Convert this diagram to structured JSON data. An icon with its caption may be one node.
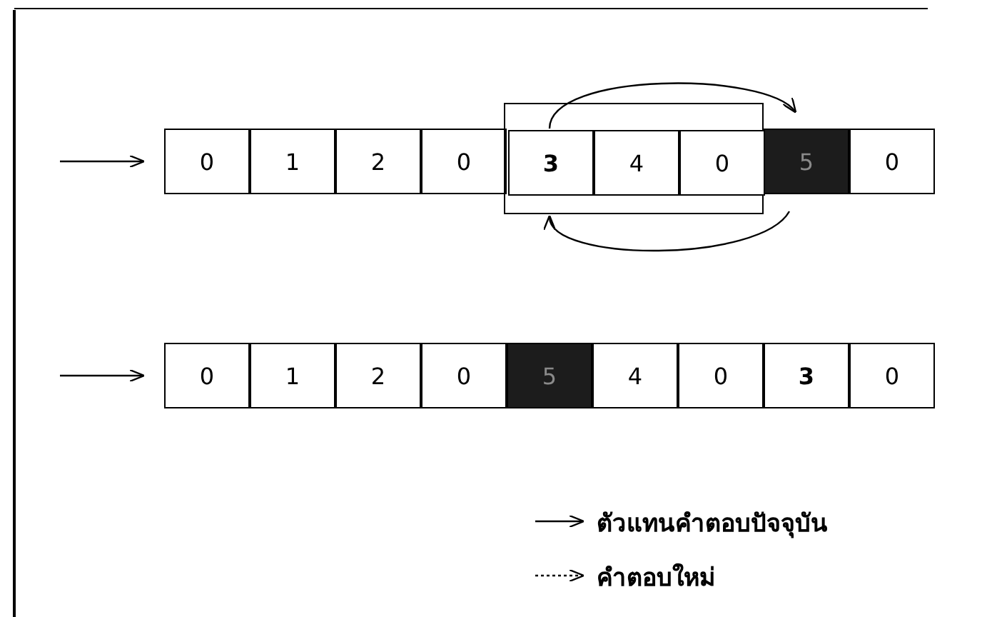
{
  "diagram": {
    "nodes": [
      {
        "text": [
          "0"
        ]
      },
      {
        "text": [
          "1"
        ]
      },
      {
        "text": [
          "2"
        ]
      },
      {
        "text": [
          "0"
        ]
      },
      {
        "text": [],
        "shape": "box"
      },
      {
        "text": [
          "3"
        ],
        "in": 4
      },
      {
        "text": [
          "4"
        ],
        "in": 4
      },
      {
        "text": [
          "0"
        ],
        "in": 4
      },
      {
        "text": [
          "5"
        ]
      },
      {
        "text": [
          "0"
        ]
      },
      {
        "text": [
          "0"
        ]
      },
      {
        "text": [
          "1"
        ]
      },
      {
        "text": [
          "2"
        ]
      },
      {
        "text": [
          "0"
        ]
      },
      {
        "text": [
          "5"
        ]
      },
      {
        "text": [
          "4"
        ]
      },
      {
        "text": [
          "0"
        ]
      },
      {
        "text": [
          "3"
        ]
      },
      {
        "text": [
          "0"
        ]
      }
    ],
    "edges": [
      {
        "from": null,
        "to": 0,
        "arrow": "to"
      },
      {
        "from": null,
        "to": 10,
        "arrow": "to"
      },
      {
        "from": 5,
        "to": 8,
        "arrow": "to"
      },
      {
        "from": 8,
        "to": 5,
        "arrow": "to"
      }
    ],
    "legend": [
      {
        "text": "ตัวแทนคำตอบปัจจุบัน"
      },
      {
        "text": "คำตอบใหม่"
      }
    ]
  }
}
